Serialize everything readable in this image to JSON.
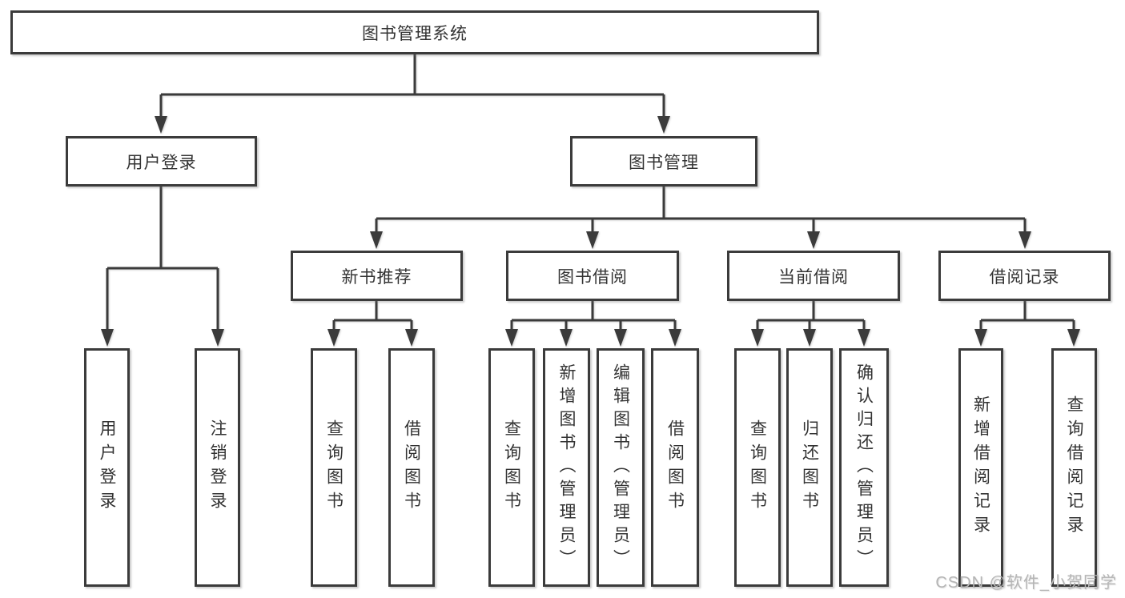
{
  "diagram": {
    "root": {
      "label": "图书管理系统"
    },
    "level2": {
      "login": {
        "label": "用户登录"
      },
      "management": {
        "label": "图书管理"
      }
    },
    "level3": {
      "new_books": {
        "label": "新书推荐"
      },
      "book_borrow": {
        "label": "图书借阅"
      },
      "current_borrow": {
        "label": "当前借阅"
      },
      "borrow_records": {
        "label": "借阅记录"
      }
    },
    "leaves": {
      "user_login": {
        "label": "用户登录"
      },
      "logout": {
        "label": "注销登录"
      },
      "nb_query_books": {
        "label": "查询图书"
      },
      "nb_borrow_books": {
        "label": "借阅图书"
      },
      "bb_query_books": {
        "label": "查询图书"
      },
      "bb_add_books": {
        "label": "新增图书（管理员）"
      },
      "bb_edit_books": {
        "label": "编辑图书（管理员）"
      },
      "bb_borrow_books": {
        "label": "借阅图书"
      },
      "cb_query_books": {
        "label": "查询图书"
      },
      "cb_return_books": {
        "label": "归还图书"
      },
      "cb_confirm_return": {
        "label": "确认归还（管理员）"
      },
      "rec_add_record": {
        "label": "新增借阅记录"
      },
      "rec_query_record": {
        "label": "查询借阅记录"
      }
    },
    "watermark": "CSDN @软件_小贺同学",
    "colors": {
      "line": "#3b3b3b",
      "text": "#333333",
      "watermark": "#b5b5b5",
      "background": "#ffffff"
    }
  }
}
